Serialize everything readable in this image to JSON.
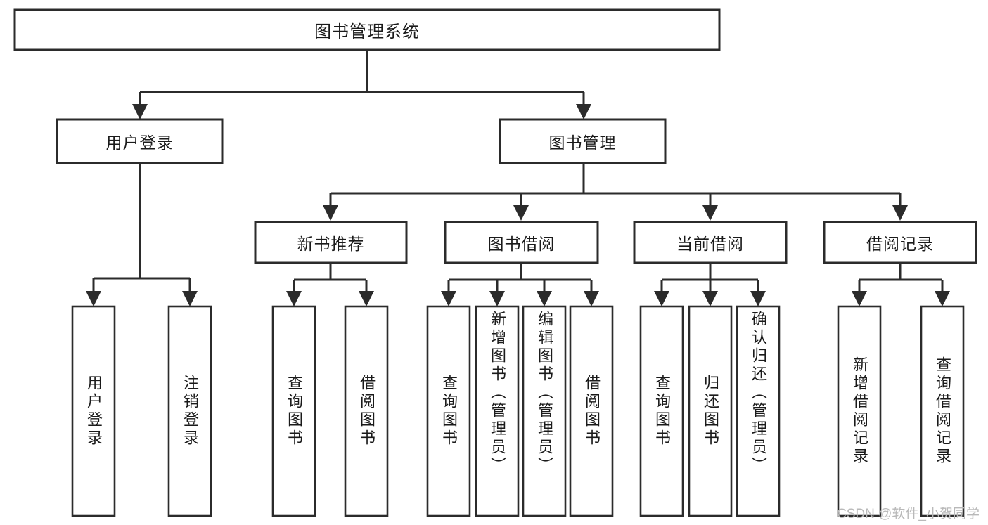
{
  "diagram": {
    "type": "tree",
    "title": "图书管理系统",
    "root": {
      "label": "图书管理系统",
      "level": 1
    },
    "level2": [
      {
        "label": "用户登录"
      },
      {
        "label": "图书管理"
      }
    ],
    "level3": [
      {
        "label": "新书推荐"
      },
      {
        "label": "图书借阅"
      },
      {
        "label": "当前借阅"
      },
      {
        "label": "借阅记录"
      }
    ],
    "leaves_user_login": [
      {
        "label": "用户登录"
      },
      {
        "label": "注销登录"
      }
    ],
    "leaves_new_books": [
      {
        "label": "查询图书"
      },
      {
        "label": "借阅图书"
      }
    ],
    "leaves_borrow": [
      {
        "label": "查询图书"
      },
      {
        "label": "新增图书（管理员）"
      },
      {
        "label": "编辑图书（管理员）"
      },
      {
        "label": "借阅图书"
      }
    ],
    "leaves_current": [
      {
        "label": "查询图书"
      },
      {
        "label": "归还图书"
      },
      {
        "label": "确认归还（管理员）"
      }
    ],
    "leaves_records": [
      {
        "label": "新增借阅记录"
      },
      {
        "label": "查询借阅记录"
      }
    ],
    "colors": {
      "box_stroke": "#2b2b2b",
      "box_fill": "#ffffff",
      "text": "#1a1a1a",
      "background": "#ffffff",
      "watermark": "#b9b9b9"
    }
  },
  "watermark": {
    "text": "CSDN @软件_小贺同学"
  }
}
